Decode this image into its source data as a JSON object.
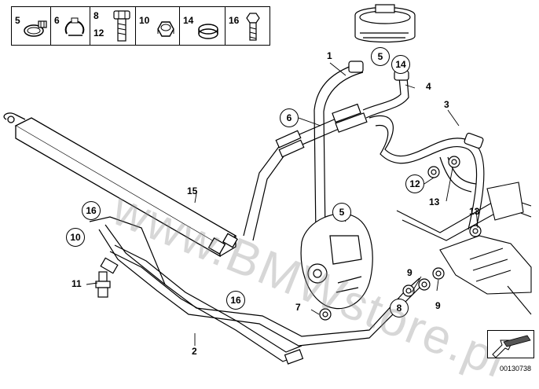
{
  "legend": {
    "cells": [
      {
        "labels": [
          "5"
        ],
        "icon": "hose-clamp-icon"
      },
      {
        "labels": [
          "6"
        ],
        "icon": "spring-clip-icon"
      },
      {
        "labels": [
          "8",
          "12"
        ],
        "icon": "banjo-bolt-icon"
      },
      {
        "labels": [
          "10"
        ],
        "icon": "hex-nut-icon"
      },
      {
        "labels": [
          "14"
        ],
        "icon": "band-clamp-icon"
      },
      {
        "labels": [
          "16"
        ],
        "icon": "hex-bolt-icon"
      }
    ]
  },
  "callouts": {
    "plain": [
      "1",
      "4",
      "3",
      "15",
      "13",
      "13",
      "11",
      "7",
      "9",
      "9",
      "2"
    ],
    "circled": [
      "5",
      "14",
      "6",
      "12",
      "5",
      "16",
      "10",
      "16",
      "8"
    ]
  },
  "watermark": "www.BMWstore.pl",
  "image_number": "00130738",
  "colors": {
    "line": "#000000",
    "watermark": "#8c8c8c",
    "part_fill": "#ffffff"
  }
}
